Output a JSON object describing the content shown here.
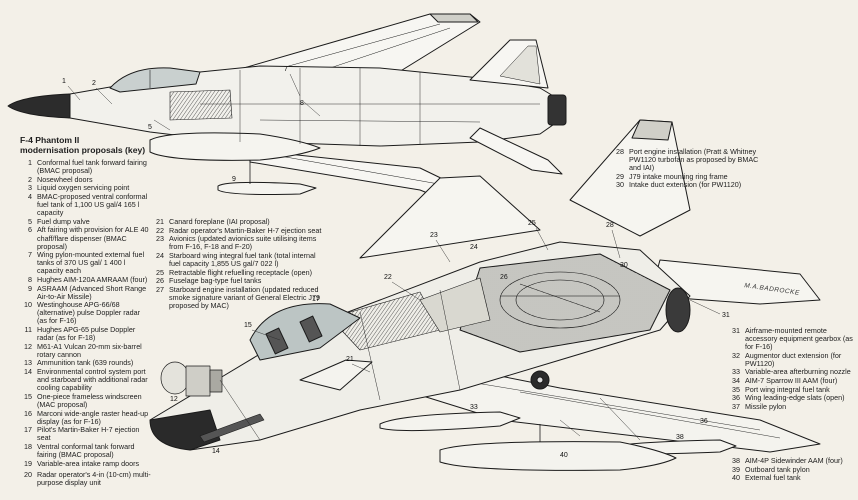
{
  "title_line1": "F-4 Phantom II",
  "title_line2": "modernisation proposals (key)",
  "signature": "M.A.BADROCKE",
  "callouts": [
    "1",
    "2",
    "5",
    "7",
    "8",
    "9",
    "12",
    "14",
    "15",
    "17",
    "21",
    "22",
    "23",
    "24",
    "25",
    "26",
    "28",
    "30",
    "31",
    "33",
    "36",
    "38",
    "40"
  ],
  "col1": [
    {
      "n": "1",
      "t": "Conformal fuel tank forward fairing (BMAC proposal)"
    },
    {
      "n": "2",
      "t": "Nosewheel doors"
    },
    {
      "n": "3",
      "t": "Liquid oxygen servicing point"
    },
    {
      "n": "4",
      "t": "BMAC-proposed ventral conformal fuel tank of 1,100 US gal/4 165 l capacity"
    },
    {
      "n": "5",
      "t": "Fuel dump valve"
    },
    {
      "n": "6",
      "t": "Aft fairing with provision for ALE 40 chaff/flare dispenser (BMAC proposal)"
    },
    {
      "n": "7",
      "t": "Wing pylon-mounted external fuel tanks of 370 US gal/ 1 400 l capacity each"
    },
    {
      "n": "8",
      "t": "Hughes AIM-120A AMRAAM (four)"
    },
    {
      "n": "9",
      "t": "ASRAAM (Advanced Short Range Air-to-Air Missile)"
    },
    {
      "n": "10",
      "t": "Westinghouse APG-66/68 (alternative) pulse Doppler radar (as for F-16)"
    },
    {
      "n": "11",
      "t": "Hughes APG-65 pulse Doppler radar (as for F-18)"
    },
    {
      "n": "12",
      "t": "M61-A1 Vulcan 20-mm six-barrel rotary cannon"
    },
    {
      "n": "13",
      "t": "Ammunition tank (639 rounds)"
    },
    {
      "n": "14",
      "t": "Environmental control system port and starboard with additional radar cooling capability"
    },
    {
      "n": "15",
      "t": "One-piece frameless windscreen (MAC proposal)"
    },
    {
      "n": "16",
      "t": "Marconi wide-angle raster head-up display (as for F-16)"
    },
    {
      "n": "17",
      "t": "Pilot's Martin-Baker H-7 ejection seat"
    },
    {
      "n": "18",
      "t": "Ventral conformal tank forward fairing (BMAC proposal)"
    },
    {
      "n": "19",
      "t": "Variable-area intake ramp doors"
    }
  ],
  "col1b": [
    {
      "n": "20",
      "t": "Radar operator's 4-in (10-cm) multi-purpose display unit"
    }
  ],
  "col2": [
    {
      "n": "21",
      "t": "Canard foreplane (IAI proposal)"
    },
    {
      "n": "22",
      "t": "Radar operator's Martin-Baker H-7 ejection seat"
    },
    {
      "n": "23",
      "t": "Avionics (updated avionics suite utilising items from F-16, F-18 and F-20)"
    },
    {
      "n": "24",
      "t": "Starboard wing integral fuel tank (total internal fuel capacity 1,855 US gal/7 022 l)"
    },
    {
      "n": "25",
      "t": "Retractable flight refuelling receptacle (open)"
    },
    {
      "n": "26",
      "t": "Fuselage bag-type fuel tanks"
    },
    {
      "n": "27",
      "t": "Starboard engine installation (updated reduced smoke signature variant of General Electric J79 proposed by MAC)"
    }
  ],
  "col3": [
    {
      "n": "28",
      "t": "Port engine installation (Pratt & Whitney PW1120 turbofan as proposed by BMAC and IAI)"
    },
    {
      "n": "29",
      "t": "J79 intake mounting ring frame"
    },
    {
      "n": "30",
      "t": "Intake duct extension (for PW1120)"
    }
  ],
  "col4": [
    {
      "n": "31",
      "t": "Airframe-mounted remote accessory equipment gearbox (as for F-16)"
    },
    {
      "n": "32",
      "t": "Augmentor duct extension (for PW1120)"
    },
    {
      "n": "33",
      "t": "Variable-area afterburning nozzle"
    },
    {
      "n": "34",
      "t": "AIM-7 Sparrow III AAM (four)"
    },
    {
      "n": "35",
      "t": "Port wing integral fuel tank"
    },
    {
      "n": "36",
      "t": "Wing leading-edge slats (open)"
    },
    {
      "n": "37",
      "t": "Missile pylon"
    }
  ],
  "col4b": [
    {
      "n": "38",
      "t": "AIM-4P Sidewinder AAM (four)"
    },
    {
      "n": "39",
      "t": "Outboard tank pylon"
    },
    {
      "n": "40",
      "t": "External fuel tank"
    }
  ]
}
